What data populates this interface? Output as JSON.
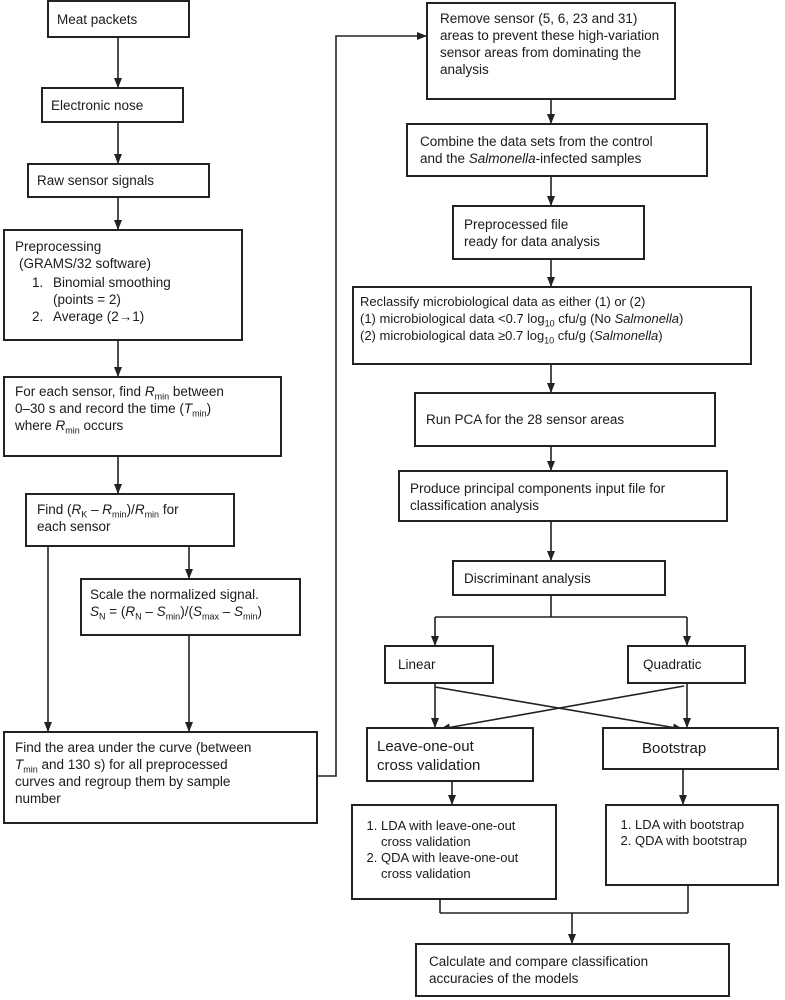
{
  "nodes": {
    "meat": "Meat packets",
    "enose": "Electronic nose",
    "raw": "Raw sensor signals",
    "pre": {
      "title": "Preprocessing",
      "software": "(GRAMS/32 software)",
      "step1_a": "Binomial smoothing",
      "step1_b": "(points = 2)",
      "step2": "Average (2→1)"
    },
    "rmin": {
      "t1": "For each sensor, find ",
      "r": "R",
      "min": "min",
      "t2": " between",
      "t3": "0–30 s and record the time (",
      "T": "T",
      "t4": ")",
      "t5": "where ",
      "t6": " occurs"
    },
    "find": {
      "t1": "Find (",
      "K": "K",
      "t2": " – ",
      "t3": ")/",
      "t4": " for",
      "t5": "each sensor"
    },
    "scale": {
      "t1": "Scale the normalized signal.",
      "S": "S",
      "N": "N",
      "R": "R",
      "min": "min",
      "max": "max",
      "eq": " = ("
    },
    "area": {
      "t1": "Find the area under the curve (between",
      "t2": " and 130 s) for all preprocessed",
      "t3": "curves and regroup them by sample",
      "t4": "number"
    },
    "remove": "Remove sensor (5, 6, 23 and 31) areas to prevent these high-variation sensor areas from dominating the analysis",
    "combine": {
      "t1": "Combine the data sets from the control",
      "t2": "and the ",
      "salm": "Salmonella",
      "t3": "-infected samples"
    },
    "prepfile": {
      "t1": "Preprocessed file",
      "t2": "ready for data analysis"
    },
    "reclass": {
      "t1": "Reclassify microbiological data as either (1) or (2)",
      "l1": "(1)  microbiological data <0.7 log",
      "l1b": " cfu/g (No ",
      "l2": "(2)  microbiological data ≥0.7 log",
      "l2b": " cfu/g  (",
      "ten": "10",
      "salm": "Salmonella",
      "close": ")"
    },
    "pca": "Run PCA for the 28 sensor areas",
    "produce": "Produce principal components input file for classification analysis",
    "discrim": "Discriminant analysis",
    "linear": "Linear",
    "quadratic": "Quadratic",
    "loo": {
      "t1": "Leave-one-out",
      "t2": "cross validation"
    },
    "bootstrap": "Bootstrap",
    "lda_loo": [
      "LDA  with  leave-one-out cross validation",
      "QDA  with  leave-one-out cross validation"
    ],
    "lda_boot": [
      "LDA with bootstrap",
      "QDA with bootstrap"
    ],
    "calc": "Calculate and compare classification accuracies of the models"
  }
}
